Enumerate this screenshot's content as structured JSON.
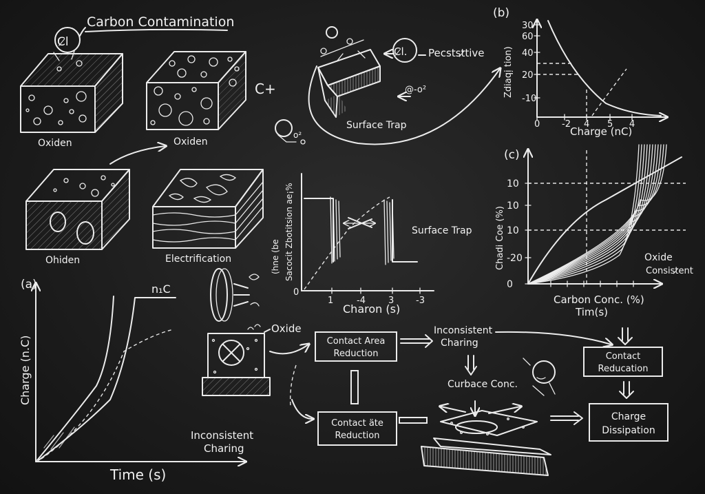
{
  "title": "Carbon Contamination",
  "blocks": {
    "b1": "Oxiden",
    "b2": "Oxiden",
    "b2_symbol": "C+",
    "b3": "Ohiden",
    "b4": "Electrification",
    "bubble1": "C̷l"
  },
  "top_middle": {
    "bubble": "C̷l.",
    "label": "Pecstst̷tive",
    "trap_label": "Surface Trap",
    "small1": "@-o²",
    "small2": "o²"
  },
  "panel_a": {
    "tag": "(a)",
    "ylabel": "Charge (n.C)",
    "xlabel": "Time  (s)",
    "curve_label": "n₁C",
    "note_line1": "Inconsistent",
    "note_line2": "Charing"
  },
  "panel_b": {
    "tag": "(b)",
    "ylabel": "Zdiaqi̦ tion)",
    "xlabel": "Charge (nC)",
    "yticks": [
      "30",
      "60",
      "40",
      "20",
      "-10"
    ],
    "xticks": [
      "0",
      "-2",
      "4",
      "5",
      "4"
    ]
  },
  "panel_c": {
    "tag": "(c)",
    "ylabel": "Chadi Coe (%)",
    "xlabel1": "Carbon Conc. (%)",
    "xlabel2": "Tim(s)",
    "yticks": [
      "10",
      "10",
      "10",
      "-20",
      "0"
    ],
    "label1": "Oxide",
    "label2": "Consist̷ent"
  },
  "mid_chart": {
    "ylabel1": "(hne (be",
    "ylabel2": "Sacocit Zbotitsion ae¡%",
    "xlabel": "Charon  (s)",
    "xticks": [
      "1",
      "-4",
      "3",
      "-3"
    ],
    "yzero": "0",
    "side_label": "Surface Trap"
  },
  "flow": {
    "oxide_label": "Oxide",
    "contact_area": [
      "Contact Area",
      "Reduction"
    ],
    "contact_ate": [
      "Contact äte",
      "Reduction"
    ],
    "inconsistent": [
      "Inconsistent",
      "Charing"
    ],
    "curbace": "Curbace Conc.",
    "contact_reducation": [
      "Contact",
      "Reducation"
    ],
    "charge_dissipation": [
      "Charge",
      "Dissipation"
    ]
  }
}
